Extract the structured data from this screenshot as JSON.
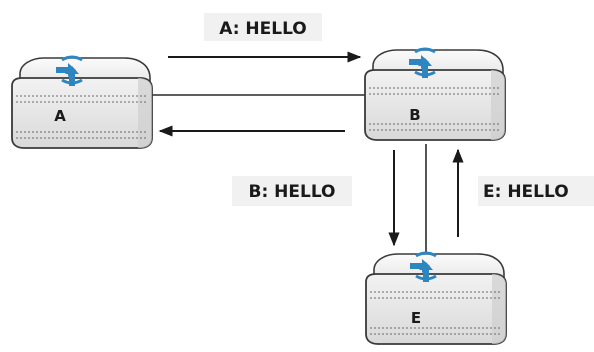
{
  "routers": [
    {
      "id": "A",
      "label": "A"
    },
    {
      "id": "B",
      "label": "B"
    },
    {
      "id": "E",
      "label": "E"
    }
  ],
  "messages": [
    {
      "from": "A",
      "to": "B",
      "text": "A: HELLO"
    },
    {
      "from": "B",
      "to": "E",
      "text": "B: HELLO"
    },
    {
      "from": "E",
      "to": "B",
      "text": "E: HELLO"
    }
  ],
  "colors": {
    "router_body": "#f4f4f4",
    "router_outline": "#3a3a3a",
    "router_icon": "#2e86c1",
    "message_box": "#f1f1f1",
    "link_line": "#2a2a2a"
  }
}
